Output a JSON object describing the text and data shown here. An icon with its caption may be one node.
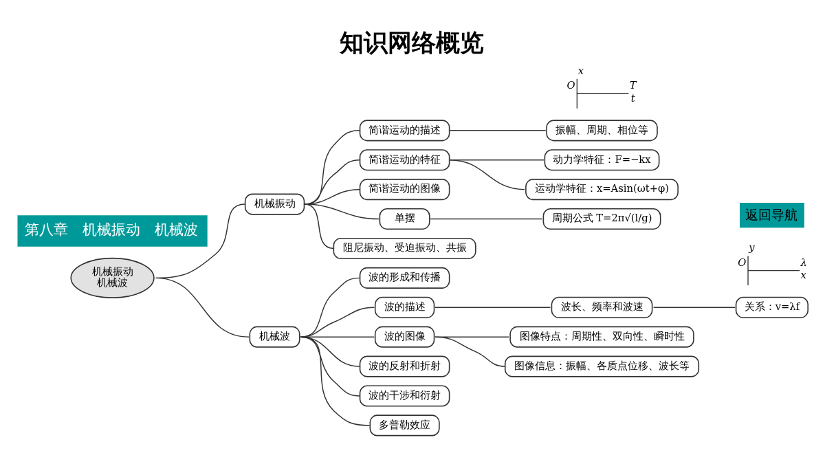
{
  "diagram": {
    "title": "知识网络概览",
    "nodes": [
      {
        "text": [
          "机械振动",
          "机械波"
        ]
      },
      {
        "text": [
          "机械振动"
        ]
      },
      {
        "text": [
          "简谐运动的描述"
        ]
      },
      {
        "text": [
          "振幅、周期、相位等"
        ]
      },
      {
        "text": [
          "简谐运动的特征"
        ]
      },
      {
        "text": [
          "动力学特征：F=−kx"
        ]
      },
      {
        "text": [
          "运动学特征：x=Asin(ωt+φ)"
        ]
      },
      {
        "text": [
          "简谐运动的图像"
        ]
      },
      {
        "text": [
          "单摆"
        ]
      },
      {
        "text": [
          "周期公式 T=2π√(l/g)"
        ]
      },
      {
        "text": [
          "阻尼振动、受迫振动、共振"
        ]
      },
      {
        "text": [
          "机械波"
        ]
      },
      {
        "text": [
          "波的形成和传播"
        ]
      },
      {
        "text": [
          "波的描述"
        ]
      },
      {
        "text": [
          "波长、频率和波速"
        ]
      },
      {
        "text": [
          "关系：v=λf"
        ]
      },
      {
        "text": [
          "波的图像"
        ]
      },
      {
        "text": [
          "图像特点：周期性、双向性、瞬时性"
        ]
      },
      {
        "text": [
          "图像信息：振幅、各质点位移、波长等"
        ]
      },
      {
        "text": [
          "波的反射和折射"
        ]
      },
      {
        "text": [
          "波的干涉和衍射"
        ]
      },
      {
        "text": [
          "多普勒效应"
        ]
      }
    ],
    "edges": [
      {
        "from": 0,
        "to": 1,
        "arrow": "none"
      },
      {
        "from": 0,
        "to": 11,
        "arrow": "none"
      },
      {
        "from": 1,
        "to": 2,
        "arrow": "none"
      },
      {
        "from": 1,
        "to": 4,
        "arrow": "none"
      },
      {
        "from": 1,
        "to": 7,
        "arrow": "none"
      },
      {
        "from": 1,
        "to": 8,
        "arrow": "none"
      },
      {
        "from": 1,
        "to": 10,
        "arrow": "none"
      },
      {
        "from": 2,
        "to": 3,
        "arrow": "none"
      },
      {
        "from": 4,
        "to": 5,
        "arrow": "none"
      },
      {
        "from": 4,
        "to": 6,
        "arrow": "none"
      },
      {
        "from": 8,
        "to": 9,
        "arrow": "none"
      },
      {
        "from": 11,
        "to": 12,
        "arrow": "none"
      },
      {
        "from": 11,
        "to": 13,
        "arrow": "none"
      },
      {
        "from": 11,
        "to": 16,
        "arrow": "none"
      },
      {
        "from": 11,
        "to": 19,
        "arrow": "none"
      },
      {
        "from": 11,
        "to": 20,
        "arrow": "none"
      },
      {
        "from": 11,
        "to": 21,
        "arrow": "none"
      },
      {
        "from": 13,
        "to": 14,
        "arrow": "none"
      },
      {
        "from": 14,
        "to": 15,
        "arrow": "none"
      },
      {
        "from": 16,
        "to": 17,
        "arrow": "none"
      },
      {
        "from": 16,
        "to": 18,
        "arrow": "none"
      }
    ],
    "labels": [
      "第八章　机械振动　机械波",
      "x",
      "O",
      "T",
      "t",
      "y",
      "O",
      "λ",
      "x",
      "返回导航"
    ]
  }
}
